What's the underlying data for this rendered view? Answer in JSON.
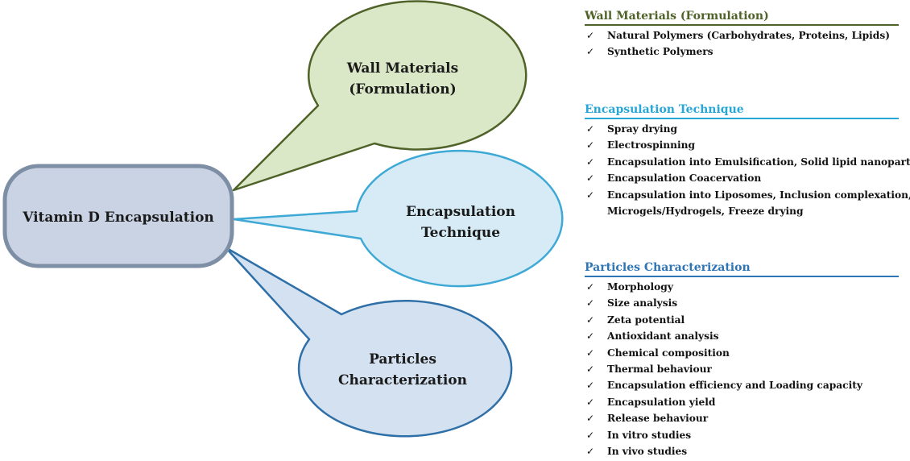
{
  "central_node": {
    "label": "Vitamin D Encapsulation"
  },
  "bubbles": {
    "wall": {
      "line1": "Wall Materials",
      "line2": "(Formulation)"
    },
    "technique": {
      "line1": "Encapsulation",
      "line2": "Technique"
    },
    "characterization": {
      "line1": "Particles",
      "line2": "Characterization"
    }
  },
  "colors": {
    "wall_fill": "#dbe8c8",
    "wall_stroke": "#4f6228",
    "wall_title": "#4f6228",
    "technique_fill": "#d6ebf5",
    "technique_stroke": "#3fa9d6",
    "technique_title": "#27a7d8",
    "char_fill": "#d3e1f0",
    "char_stroke": "#2f6fa8",
    "char_title": "#2e75b6",
    "central_fill": "#c9d3e3",
    "central_stroke": "#7d8ea5"
  },
  "sections": {
    "wall": {
      "title": "Wall Materials (Formulation)",
      "items": [
        "Natural Polymers (Carbohydrates, Proteins, Lipids)",
        "Synthetic Polymers"
      ]
    },
    "technique": {
      "title": "Encapsulation Technique",
      "items": [
        "Spray drying",
        "Electrospinning",
        "Encapsulation into Emulsification, Solid lipid nanoparticles",
        "Encapsulation Coacervation",
        "Encapsulation into Liposomes, Inclusion complexation,",
        "Microgels/Hydrogels, Freeze drying"
      ]
    },
    "characterization": {
      "title": "Particles Characterization",
      "items": [
        "Morphology",
        "Size analysis",
        "Zeta potential",
        "Antioxidant analysis",
        "Chemical composition",
        "Thermal behaviour",
        "Encapsulation efficiency and Loading capacity",
        "Encapsulation yield",
        "Release behaviour",
        "In vitro studies",
        "In vivo studies"
      ]
    }
  }
}
